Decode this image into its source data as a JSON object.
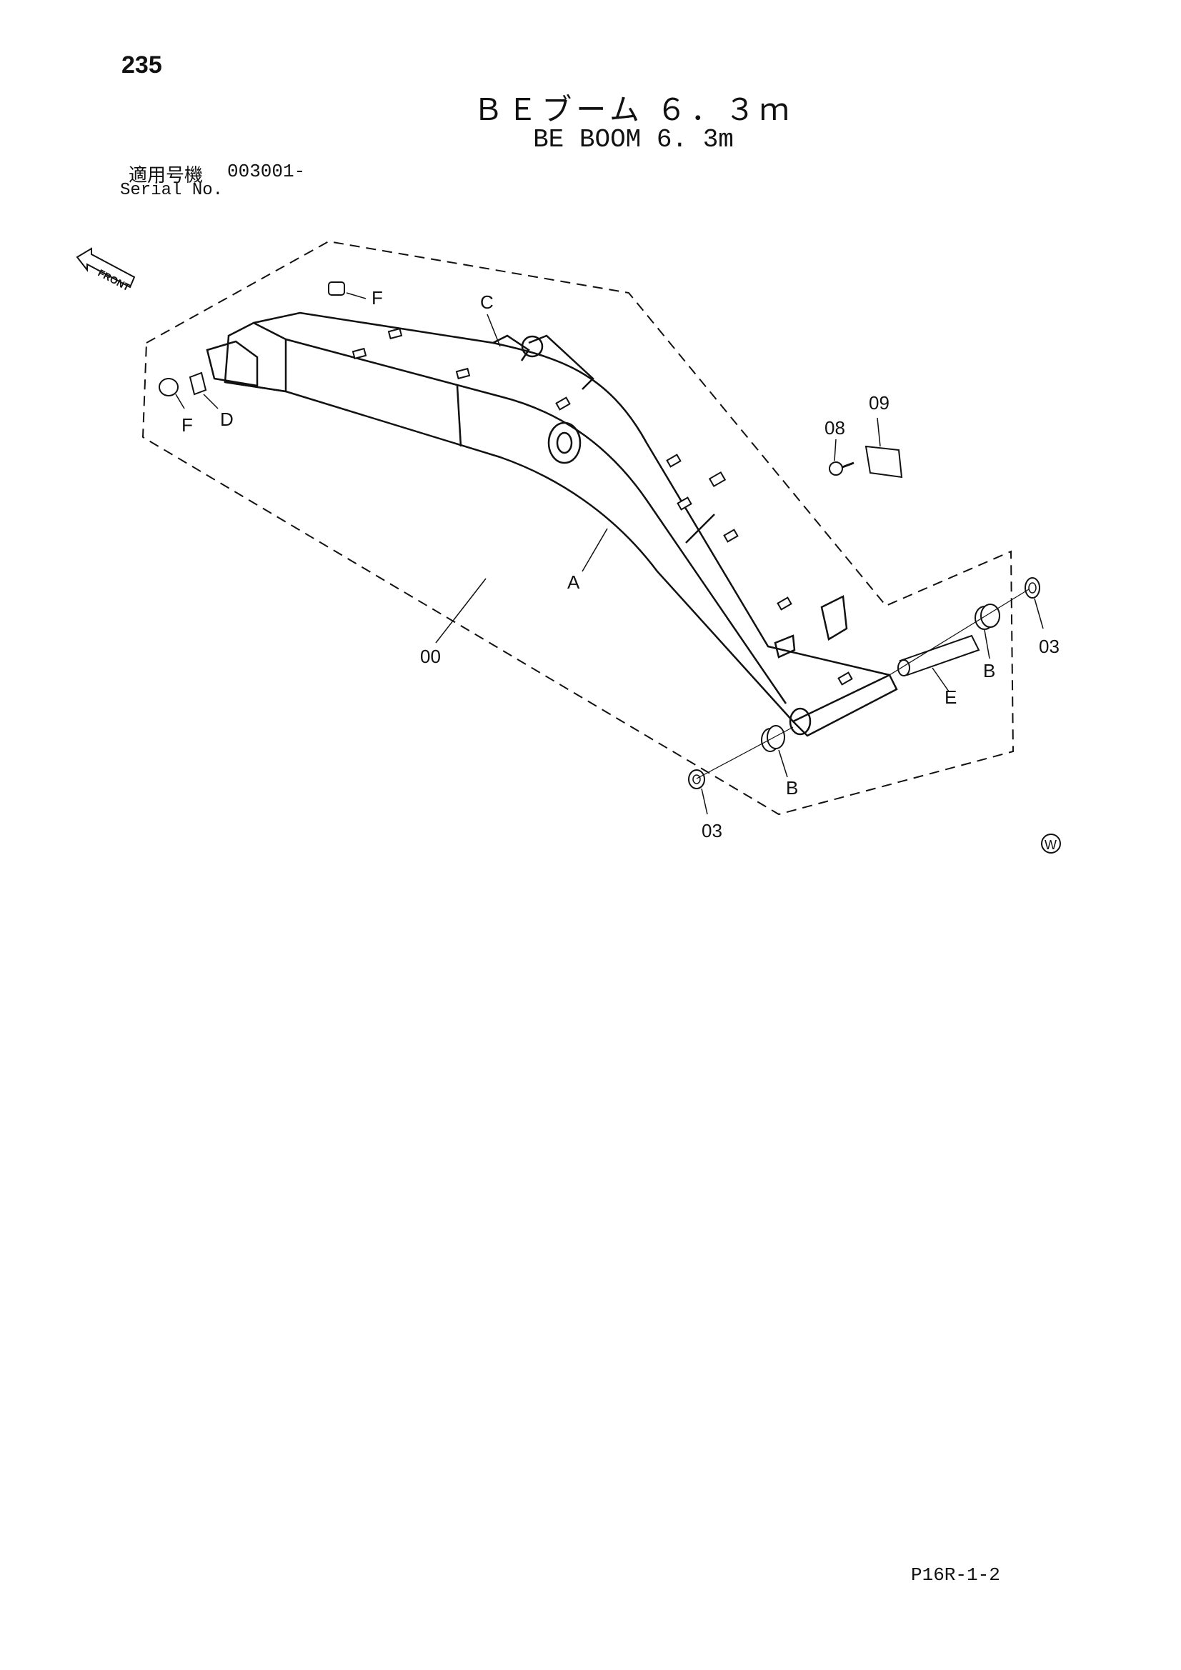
{
  "header": {
    "page_number": "235",
    "title_jp": "ＢＥブーム ６．３ｍ",
    "title_en": "BE BOOM 6. 3m",
    "serial_label_jp": "適用号機",
    "serial_value": "003001-",
    "serial_label_en": "Serial No."
  },
  "diagram": {
    "front_indicator": "FRONT",
    "callouts": {
      "c_00": "00",
      "c_03_left": "03",
      "c_03_right": "03",
      "c_08": "08",
      "c_09": "09",
      "c_A": "A",
      "c_B_left": "B",
      "c_B_right": "B",
      "c_C": "C",
      "c_D": "D",
      "c_E": "E",
      "c_F_top": "F",
      "c_F_left": "F"
    },
    "watermark_symbol": "W"
  },
  "footer": {
    "page_code": "P16R-1-2"
  }
}
